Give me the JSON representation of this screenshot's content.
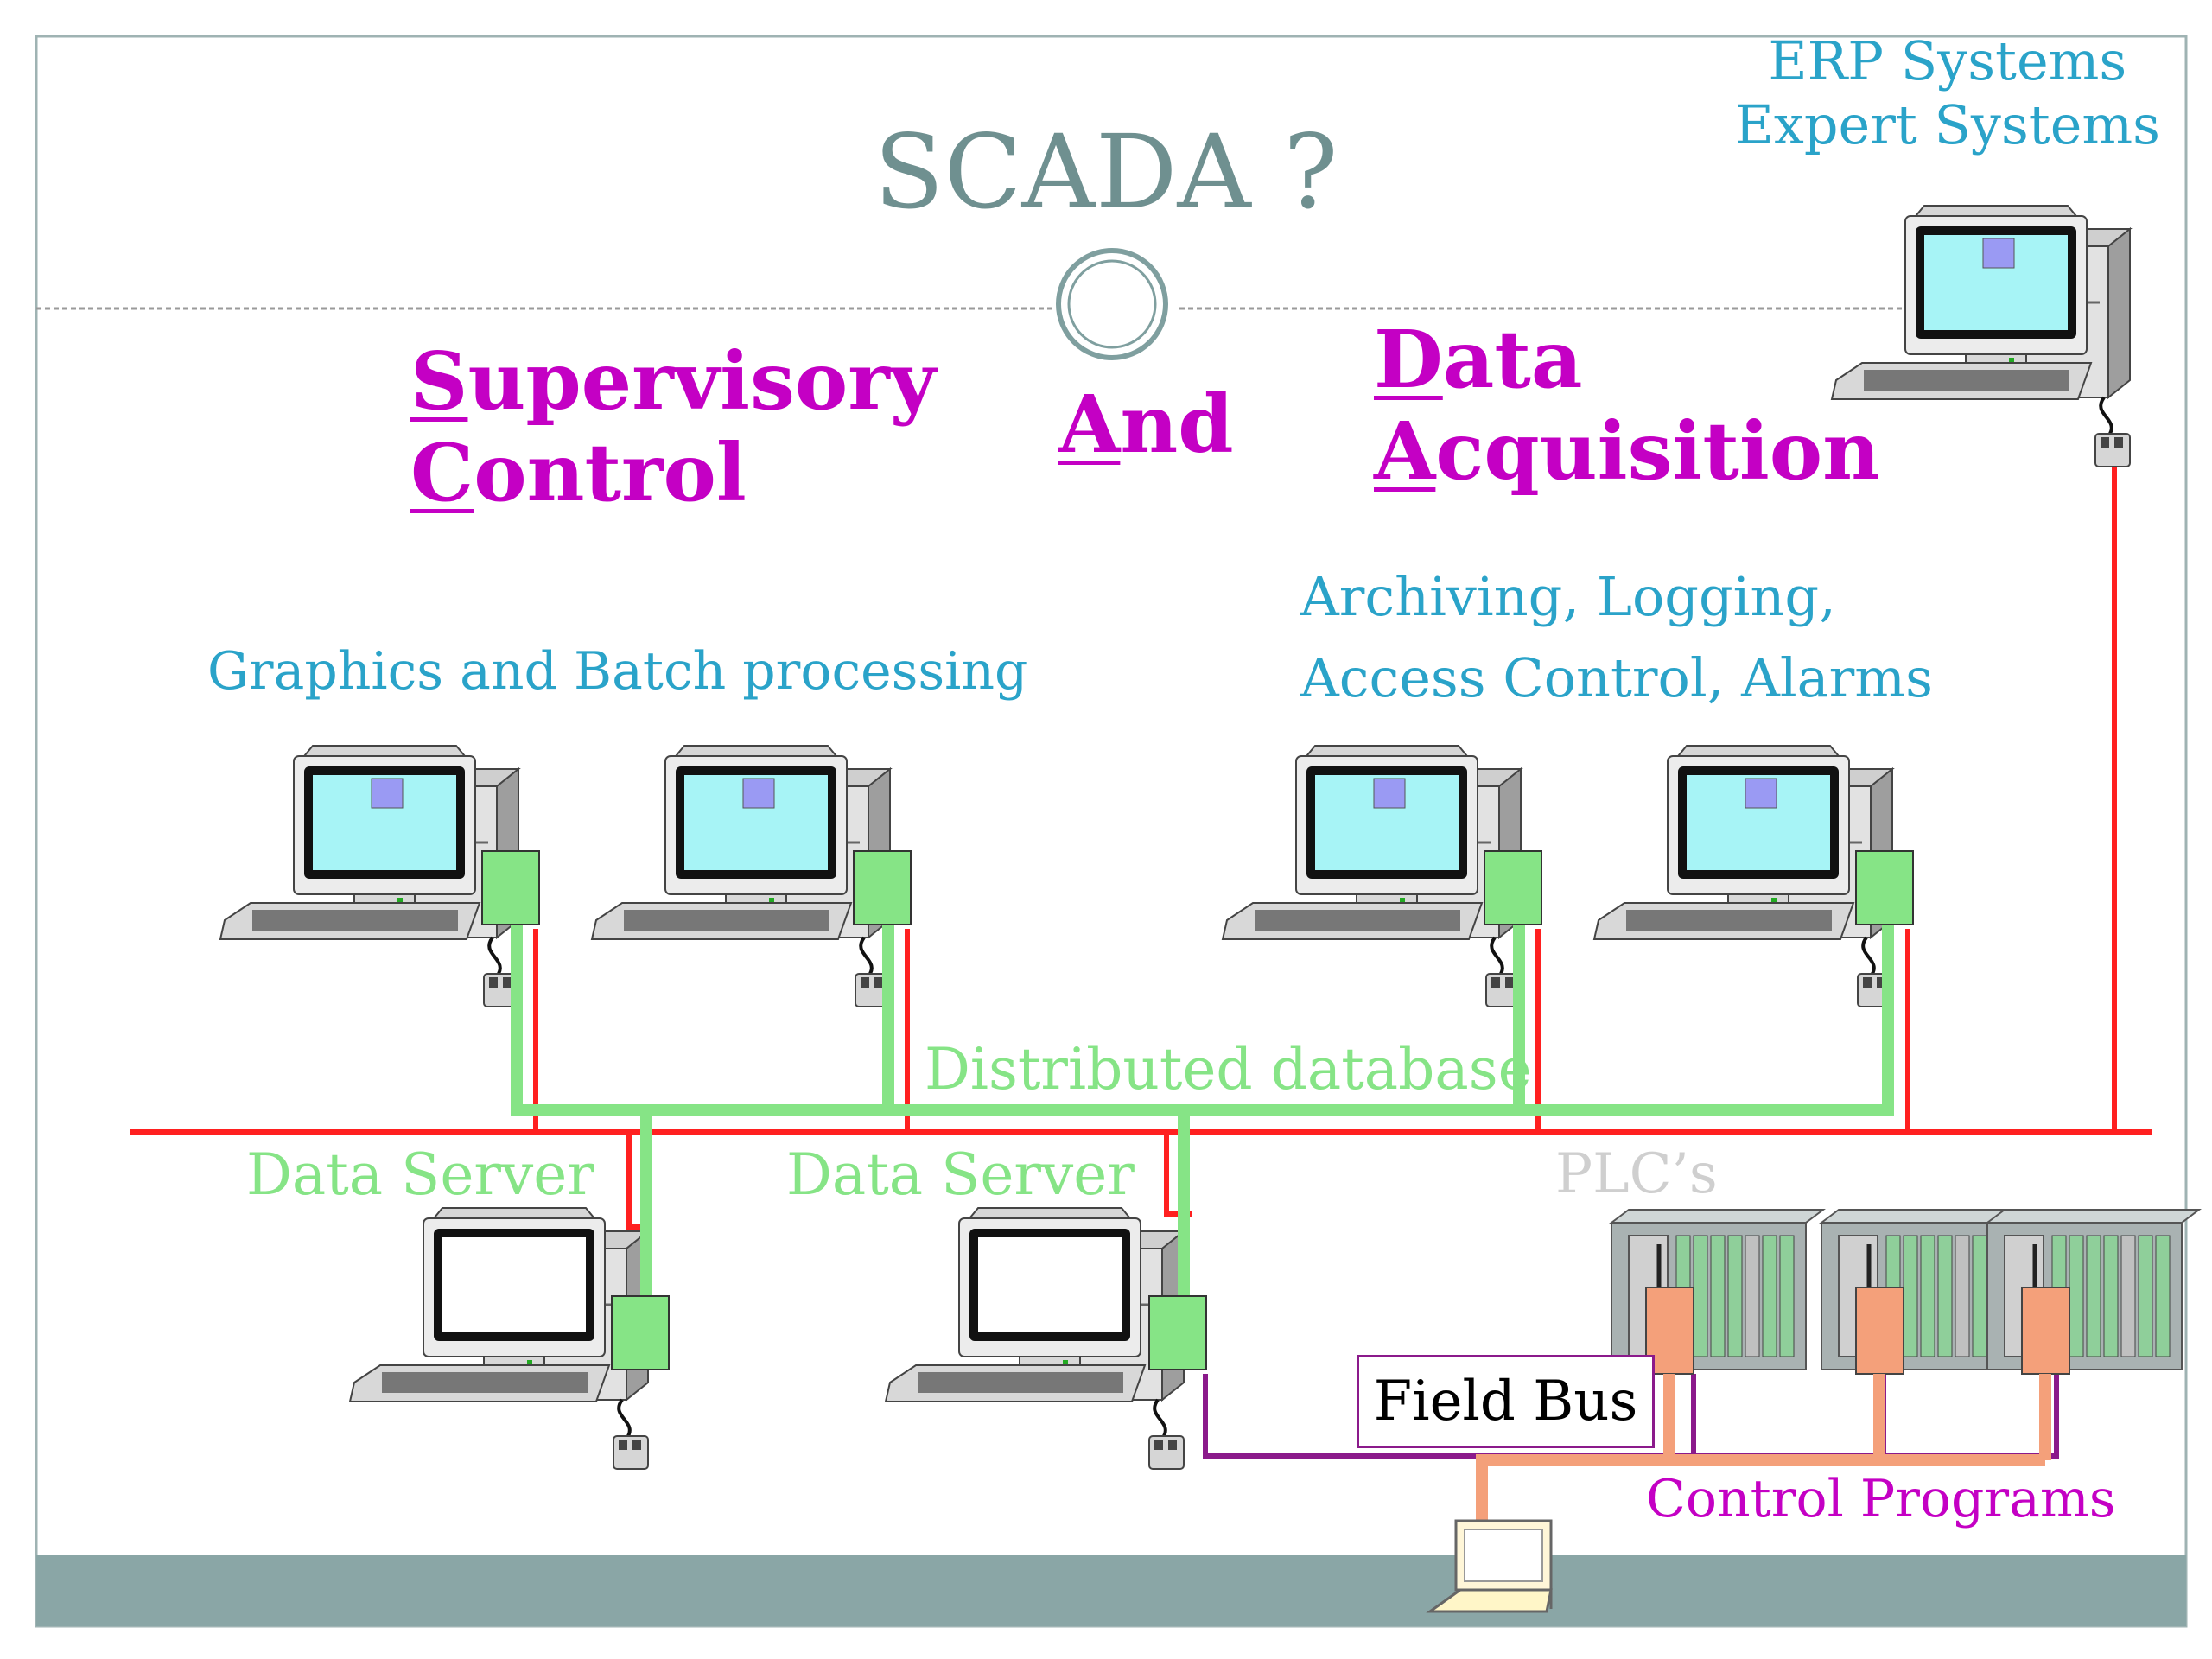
{
  "title": "SCADA ?",
  "erp": {
    "line1": "ERP Systems",
    "line2": "Expert Systems"
  },
  "heading": {
    "supervisory": {
      "initial": "S",
      "rest": "upervisory"
    },
    "control": {
      "initial": "C",
      "rest": "ontrol"
    },
    "and": {
      "initial": "A",
      "rest": "nd"
    },
    "data": {
      "initial": "D",
      "rest": "ata"
    },
    "acquisition": {
      "initial": "A",
      "rest": "cquisition"
    }
  },
  "labels": {
    "graphics": "Graphics and Batch processing",
    "archiving_line1": "Archiving, Logging,",
    "archiving_line2": "Access Control, Alarms",
    "distributed_database": "Distributed database",
    "data_server_1": "Data Server",
    "data_server_2": "Data Server",
    "plcs": "PLC’s",
    "field_bus": "Field Bus",
    "control_programs": "Control Programs"
  },
  "colors": {
    "title": "#6f9090",
    "accent_cyan": "#2aa3c9",
    "magenta": "#c400c4",
    "network_red": "#ff2020",
    "database_green": "#86e486",
    "fieldbus_purple": "#8b1a8b",
    "control_orange": "#f4a07a",
    "footer_bar": "#8aa6a6"
  },
  "icons": [
    "computer-icon",
    "plc-rack-icon",
    "laptop-icon",
    "ring-icon"
  ]
}
